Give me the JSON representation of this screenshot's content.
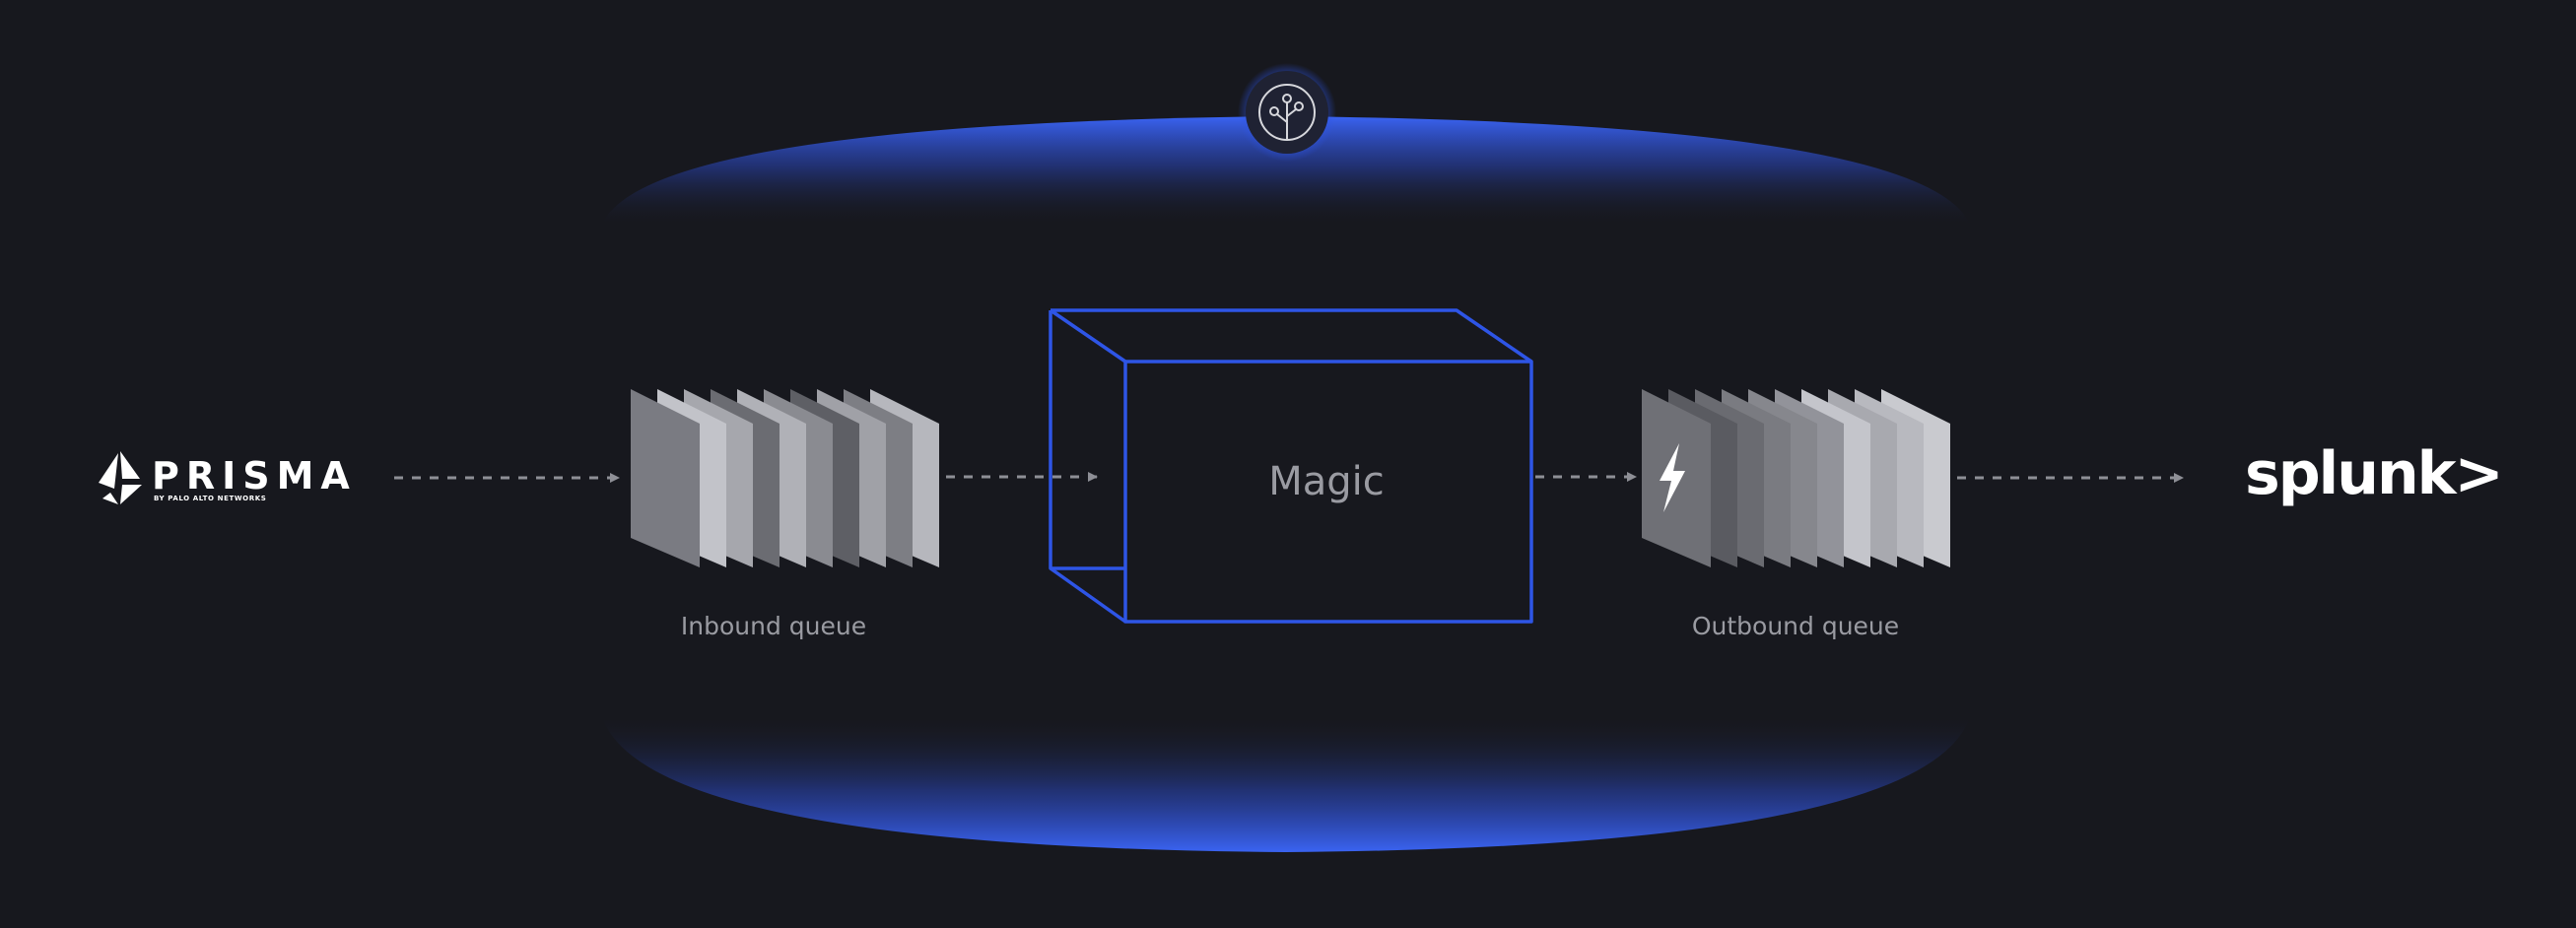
{
  "source": {
    "brand": "PRISMA",
    "tagline": "BY PALO ALTO NETWORKS",
    "icon": "prisma-logo-icon"
  },
  "inbound_queue": {
    "label": "Inbound queue"
  },
  "processor": {
    "label": "Magic",
    "badge_icon": "circuit-tree-icon"
  },
  "outbound_queue": {
    "label": "Outbound queue",
    "icon": "lightning-bolt-icon"
  },
  "destination": {
    "brand": "splunk>",
    "icon": "splunk-logo-icon"
  },
  "colors": {
    "background": "#17181e",
    "accent": "#2e55e6",
    "text": "#9a9ba2",
    "arrow": "#8e8f96"
  }
}
